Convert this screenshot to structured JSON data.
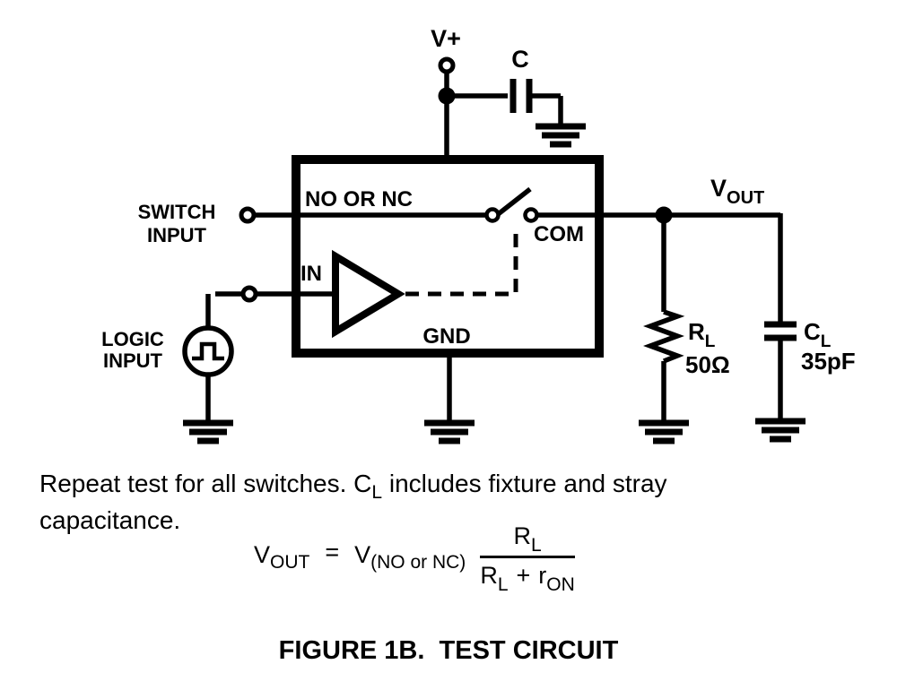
{
  "colors": {
    "ink": "#000000",
    "background": "#ffffff"
  },
  "schematic": {
    "vplus_label": "V+",
    "bypass_cap_label": "C",
    "switch_input_line1": "SWITCH",
    "switch_input_line2": "INPUT",
    "logic_input_line1": "LOGIC",
    "logic_input_line2": "INPUT",
    "pin_no_or_nc": "NO OR NC",
    "pin_com": "COM",
    "pin_in": "IN",
    "pin_gnd": "GND",
    "vout_main": "V",
    "vout_sub": "OUT",
    "rl_main": "R",
    "rl_sub": "L",
    "rl_value": "50Ω",
    "cl_main": "C",
    "cl_sub": "L",
    "cl_value": "35pF"
  },
  "note": {
    "line1_part1": "Repeat test for all switches. C",
    "line1_sub": "L",
    "line1_part2": " includes fixture and stray",
    "line2": "capacitance."
  },
  "formula": {
    "lhs_main": "V",
    "lhs_sub": "OUT",
    "equals": "=",
    "rhs_main": "V",
    "rhs_sub": "(NO or NC)",
    "num_main": "R",
    "num_sub": "L",
    "den_r_main": "R",
    "den_r_sub": "L",
    "den_plus": "+",
    "den_ron_main": "r",
    "den_ron_sub": "ON"
  },
  "caption": "FIGURE 1B.  TEST CIRCUIT"
}
